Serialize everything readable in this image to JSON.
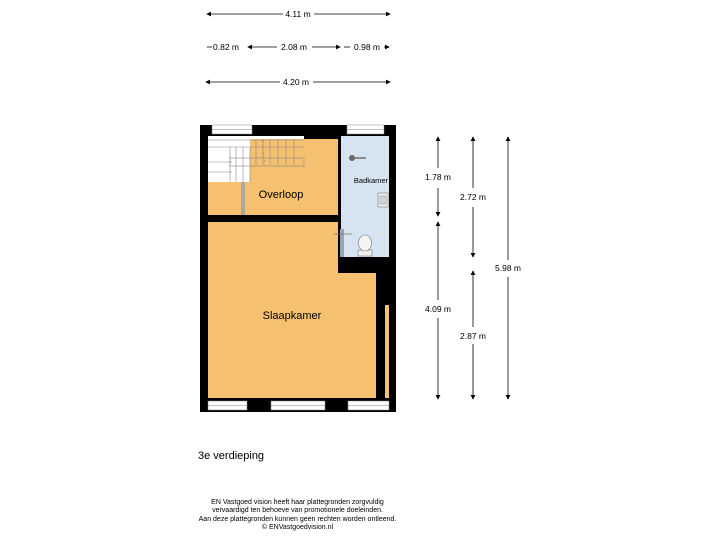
{
  "dimensions": {
    "top_total": "4.11 m",
    "top_left": "0.82 m",
    "top_mid": "2.08 m",
    "top_right": "0.98 m",
    "top_bottom": "4.20 m",
    "right_a": "1.78 m",
    "right_b": "4.09 m",
    "right_c": "2.72 m",
    "right_d": "2.87 m",
    "right_total": "5.98 m"
  },
  "rooms": {
    "overloop": "Overloop",
    "badkamer": "Badkamer",
    "slaapkamer": "Slaapkamer"
  },
  "floor_label": "3e verdieping",
  "disclaimer": [
    "EN Vastgoed vision heeft haar plattegronden zorgvuldig",
    "vervaardigd ten behoeve van promotionele doeleinden.",
    "Aan deze plattegronden kunnen geen rechten worden ontleend.",
    "© ENVastgoedvision.nl"
  ],
  "colors": {
    "room_fill": "#f5c170",
    "room_fill_dark": "#f3ba62",
    "bathroom_fill": "#d6e3f1",
    "wall": "#000000",
    "stair_fill": "#ffffff"
  }
}
